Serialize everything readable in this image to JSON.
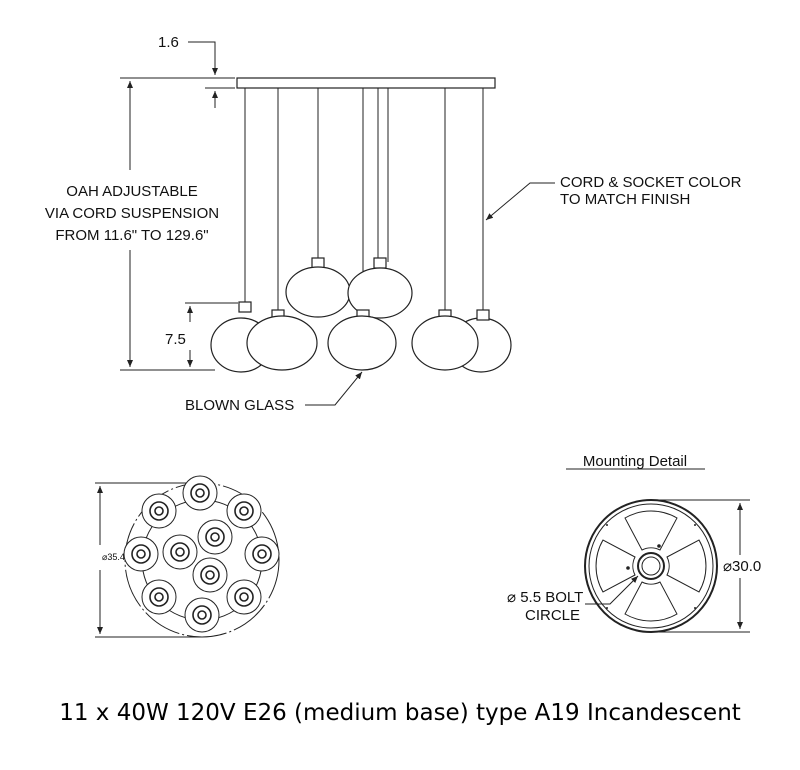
{
  "elevation": {
    "canopy_height": "1.6",
    "oah_lines": [
      "OAH ADJUSTABLE",
      "VIA CORD SUSPENSION",
      "FROM 11.6\" TO 129.6\""
    ],
    "shade_height": "7.5",
    "cord_note": [
      "CORD & SOCKET COLOR",
      "TO MATCH FINISH"
    ],
    "glass_note": "BLOWN GLASS"
  },
  "plan_view": {
    "diameter": "⌀35.4"
  },
  "mounting_detail": {
    "title": "Mounting Detail",
    "diameter": "⌀30.0",
    "bolt_lines": [
      "⌀ 5.5 BOLT",
      "CIRCLE"
    ]
  },
  "caption": "11 x 40W 120V E26 (medium base) type A19 Incandescent"
}
